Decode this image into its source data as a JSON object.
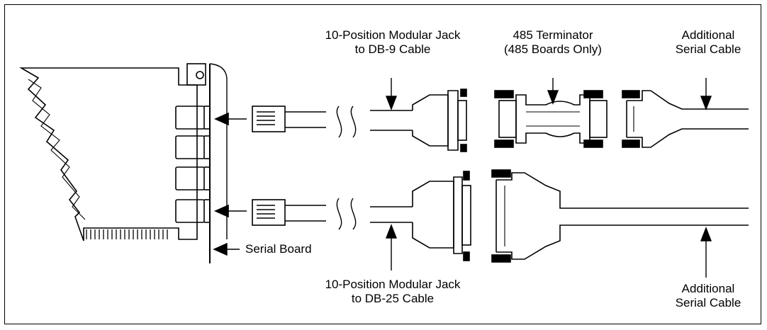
{
  "labels": {
    "db9_cable": [
      "10-Position Modular Jack",
      "to DB-9 Cable"
    ],
    "terminator": [
      "485 Terminator",
      "(485 Boards Only)"
    ],
    "additional_top": [
      "Additional",
      "Serial Cable"
    ],
    "serial_board": "Serial Board",
    "db25_cable": [
      "10-Position Modular Jack",
      "to DB-25 Cable"
    ],
    "additional_bottom": [
      "Additional",
      "Serial Cable"
    ]
  }
}
